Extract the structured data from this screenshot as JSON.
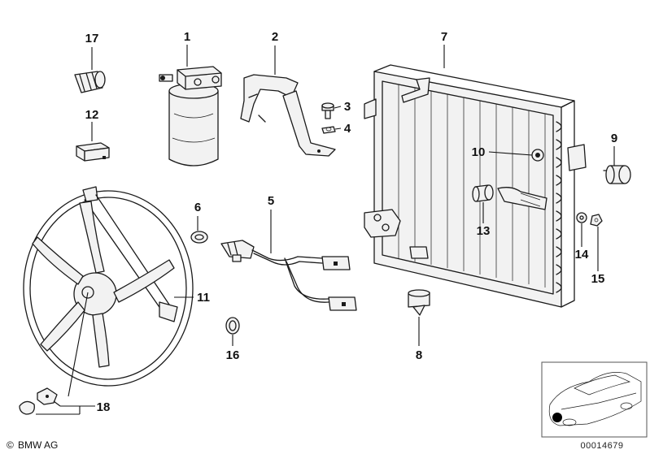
{
  "callouts": {
    "c1": "1",
    "c2": "2",
    "c3": "3",
    "c4": "4",
    "c5": "5",
    "c6": "6",
    "c7": "7",
    "c8": "8",
    "c9": "9",
    "c10": "10",
    "c11": "11",
    "c12": "12",
    "c13": "13",
    "c14": "14",
    "c15": "15",
    "c16": "16",
    "c17": "17",
    "c18": "18"
  },
  "footer": {
    "copyright_symbol": "©",
    "brand": "BMW AG",
    "ref_number": "00014679"
  }
}
